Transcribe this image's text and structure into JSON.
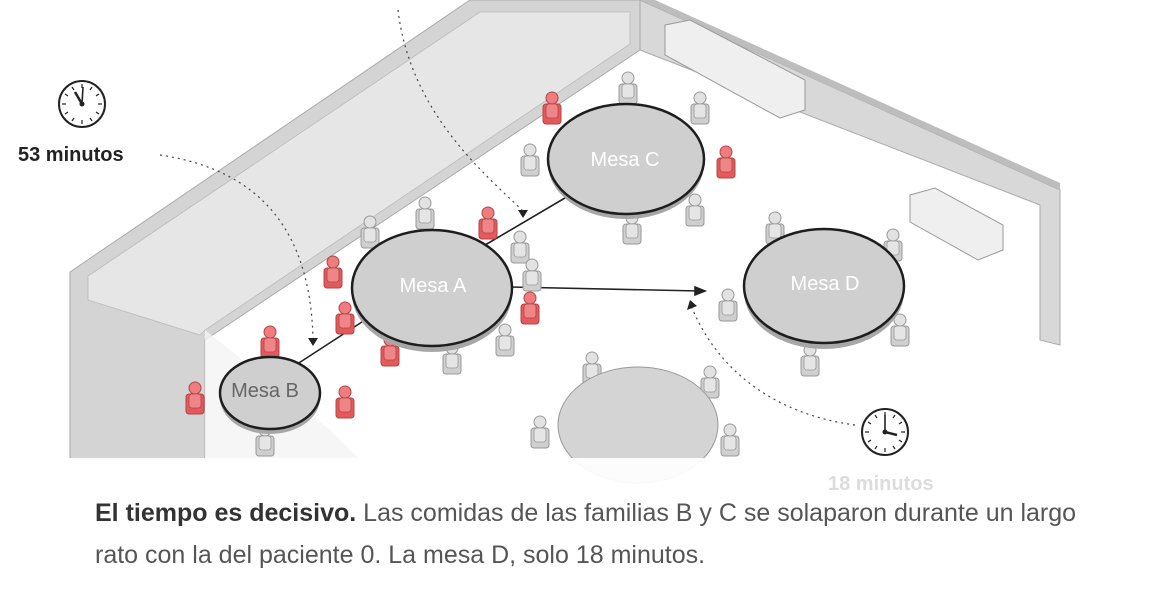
{
  "timers": [
    {
      "label": "53 minutos"
    },
    {
      "label": "18 minutos"
    }
  ],
  "tables": [
    {
      "id": "A",
      "label": "Mesa A"
    },
    {
      "id": "B",
      "label": "Mesa B"
    },
    {
      "id": "C",
      "label": "Mesa C"
    },
    {
      "id": "D",
      "label": "Mesa D"
    }
  ],
  "caption": {
    "lead": "El tiempo es decisivo.",
    "body": " Las comidas de las familias B y C se solaparon durante un largo rato con la del paciente 0. La mesa D, solo 18 minutos."
  },
  "colors": {
    "infected": "#e8686a",
    "neutral": "#d6d6d6",
    "wall": "#cfcfcf",
    "floor": "#ffffff",
    "text": "#333333"
  }
}
